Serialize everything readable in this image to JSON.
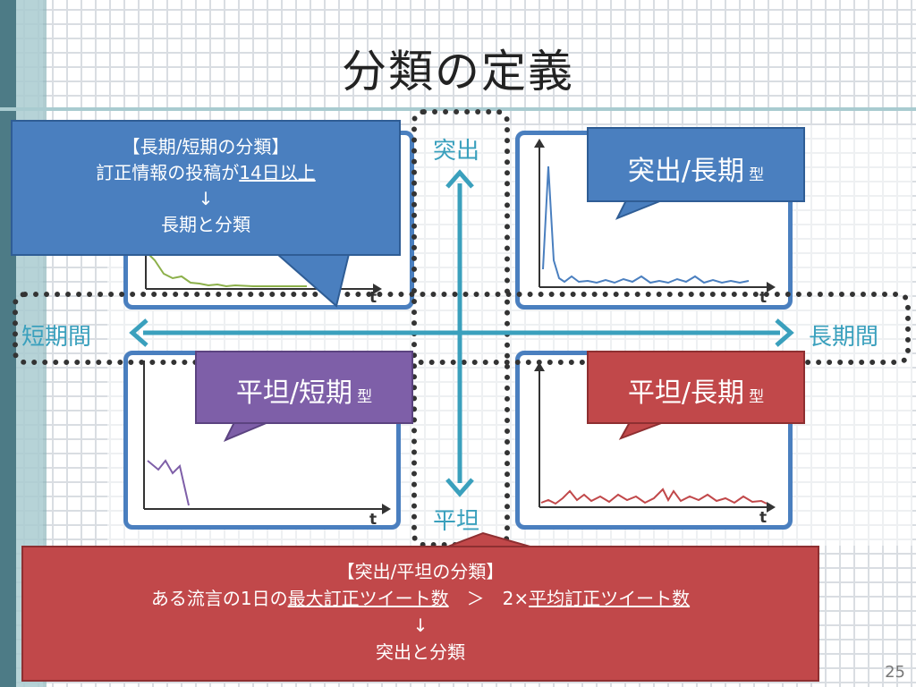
{
  "slide": {
    "title": "分類の定義",
    "page_number": "25"
  },
  "axes": {
    "top_label": "突出",
    "bottom_label": "平坦",
    "left_label": "短期間",
    "right_label": "長期間",
    "time_symbol": "t"
  },
  "callouts": {
    "long_short": {
      "line1": "【長期/短期の分類】",
      "line2_plain": "訂正情報の投稿が",
      "line2_underlined": "14日以上",
      "arrow": "↓",
      "line3": "長期と分類"
    },
    "spike_flat": {
      "line1": "【突出/平坦の分類】",
      "line2_plain": "ある流言の1日の",
      "line2_underlined_a": "最大訂正ツイート数",
      "line2_mid": "　＞　2×",
      "line2_underlined_b": "平均訂正ツイート数",
      "arrow": "↓",
      "line3": "突出と分類"
    },
    "spike_long": {
      "main": "突出/長期",
      "suffix": "型"
    },
    "flat_short": {
      "main": "平坦/短期",
      "suffix": "型"
    },
    "flat_long": {
      "main": "平坦/長期",
      "suffix": "型"
    }
  },
  "colors": {
    "chart_border": "#4a7fbf",
    "axis_arrow": "#3aa0bd",
    "spike_short_line": "#8cb04a",
    "spike_long_line": "#4a7fbf",
    "flat_short_line": "#7e5fa8",
    "flat_long_line": "#c1484a"
  }
}
